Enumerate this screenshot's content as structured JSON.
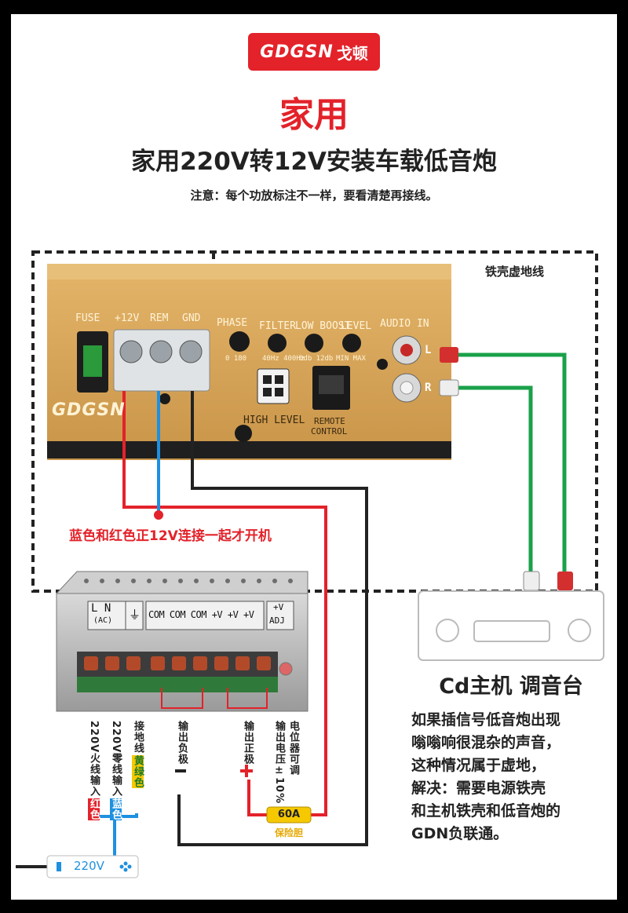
{
  "brand": {
    "logo_en": "GDGSN",
    "logo_cn": "戈顿",
    "watermark": "GDGSN"
  },
  "header": {
    "title": "家用",
    "subtitle": "家用220V转12V安装车载低音炮",
    "note": "注意：每个功放标注不一样，要看清楚再接线。"
  },
  "amplifier": {
    "fuse": "FUSE",
    "plus12v": "+12V",
    "rem": "REM",
    "gnd": "GND",
    "phase": "PHASE",
    "phase_values": "0  180",
    "filter": "FILTER",
    "filter_values": "40Hz  400Hz",
    "low_boost": "LOW BOOST",
    "low_boost_values": "0db  12db",
    "level": "LEVEL",
    "level_values": "MIN  MAX",
    "audio_in": "AUDIO IN",
    "l": "L",
    "r": "R",
    "high_level": "HIGH LEVEL",
    "remote": "REMOTE",
    "control": "CONTROL"
  },
  "labels": {
    "shell_ground": "铁壳虚地线",
    "connect_note": "蓝色和红色正12V连接一起才开机",
    "fuse_value": "60A",
    "fuse_name": "保险胆",
    "minus": "−",
    "plus": "+",
    "outlet": "220V"
  },
  "psu": {
    "ln": "L  N",
    "ac": "(AC)",
    "ground_sym": "⏚",
    "coms": "COM COM COM +V +V +V",
    "adj1": "+V",
    "adj2": "ADJ",
    "terminals": [
      {
        "text": "220V火线输入",
        "tag": "红色"
      },
      {
        "text": "220V零线输入",
        "tag": "蓝色"
      },
      {
        "text": "接地线",
        "tag": "黄绿色"
      },
      {
        "text": "输出负极",
        "tag": ""
      },
      {
        "text": "输出正极",
        "tag": ""
      },
      {
        "text": "输出电压±10%",
        "tag": ""
      },
      {
        "text": "电位器可调",
        "tag": ""
      }
    ]
  },
  "head_unit": {
    "title": "Cd主机  调音台",
    "desc": [
      "如果插信号低音炮出现",
      "嗡嗡响很混杂的声音，",
      "这种情况属于虚地，",
      "解决：需要电源铁壳",
      "和主机铁壳和低音炮的",
      "GDN负联通。"
    ]
  },
  "colors": {
    "red": "#e3222a",
    "blue": "#1e90e0",
    "green": "#1aa14a",
    "amp_gold": "#d8a85c",
    "dark": "#222222",
    "yellow": "#f5c800"
  }
}
